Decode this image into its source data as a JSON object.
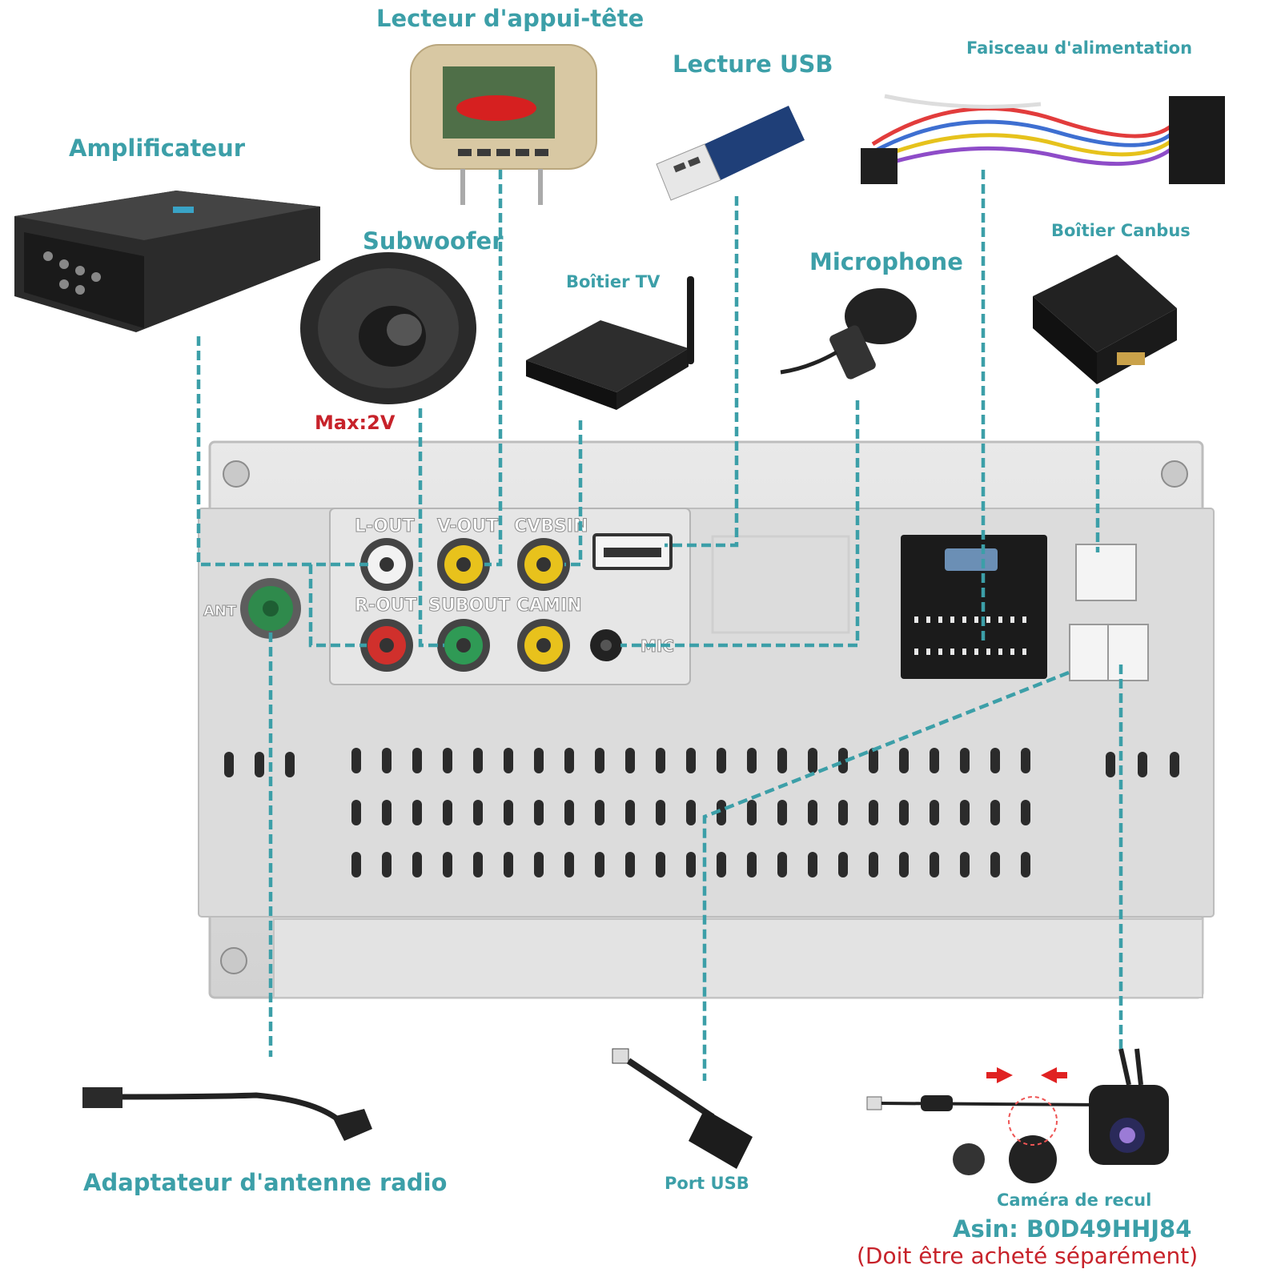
{
  "labels": {
    "headrest": "Lecteur d'appui-tête",
    "usb_read": "Lecture USB",
    "harness": "Faisceau d'alimentation",
    "amplifier": "Amplificateur",
    "subwoofer": "Subwoofer",
    "tv_box": "Boîtier TV",
    "microphone": "Microphone",
    "canbus": "Boîtier Canbus",
    "max_voltage": "Max:2V",
    "antenna_adapter": "Adaptateur d'antenne radio",
    "usb_port": "Port USB",
    "rear_camera": "Caméra de recul",
    "asin": "Asin:  B0D49HHJ84",
    "sold_separately": "(Doit être acheté séparément)"
  },
  "ports": {
    "l_out": "L-OUT",
    "v_out": "V-OUT",
    "cvbsin": "CVBSIN",
    "r_out": "R-OUT",
    "subout": "SUBOUT",
    "camin": "CAMIN",
    "ant": "ANT",
    "mic": "MIC"
  },
  "colors": {
    "accent": "#3c9fa8",
    "warning": "#c7222a",
    "rca_white": "#f2f2f2",
    "rca_red": "#d0302c",
    "rca_yellow": "#e8c21c",
    "rca_green": "#2f9a55"
  }
}
